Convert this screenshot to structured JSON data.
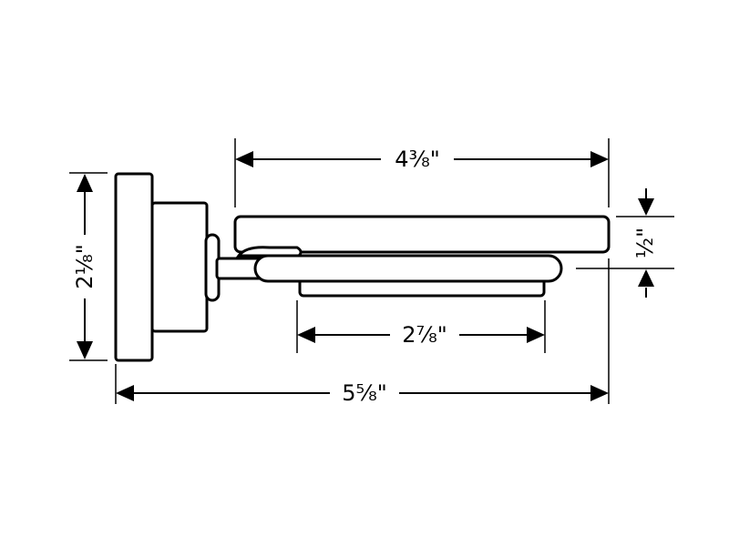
{
  "dimensions": {
    "top_width": "4³⁄₈\"",
    "height": "2¹⁄₈\"",
    "thickness": "¹⁄₂\"",
    "inner_width": "2⁷⁄₈\"",
    "overall_width": "5⁵⁄₈\""
  },
  "colors": {
    "line": "#000000",
    "background": "#ffffff"
  }
}
